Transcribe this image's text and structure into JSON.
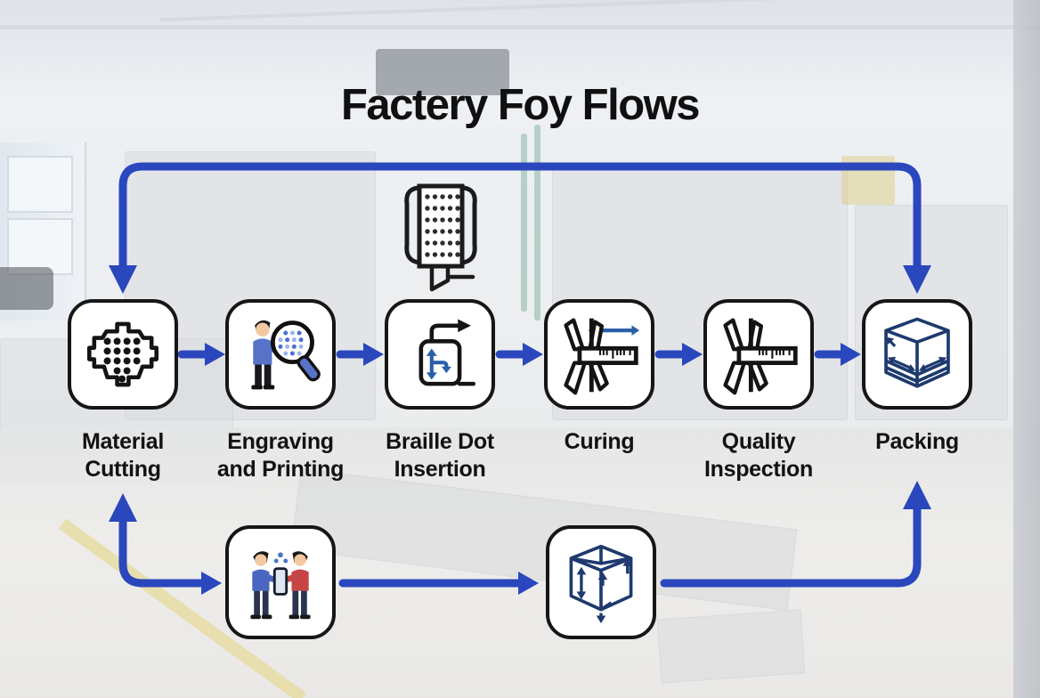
{
  "title": "Factery Foy Flows",
  "colors": {
    "arrow_blue": "#2a47bd",
    "node_border": "#161616",
    "node_background": "#ffffff",
    "label_text": "#121212",
    "icon_navy": "#1e3a6e",
    "icon_accent_blue": "#2b5fa8",
    "person_blue_shirt": "#4a66c0",
    "person_red_shirt": "#c84545",
    "floor_stripe_yellow": "#e8dda4"
  },
  "steps": [
    {
      "label": "Material\nCutting",
      "icon": "perforated-plate-icon"
    },
    {
      "label": "Engraving\nand Printing",
      "icon": "inspector-magnifier-icon"
    },
    {
      "label": "Braille Dot\nInsertion",
      "icon": "dot-insertion-icon"
    },
    {
      "label": "Curing",
      "icon": "caliper-measure-icon"
    },
    {
      "label": "Quality\nInspection",
      "icon": "caliper-icon"
    },
    {
      "label": "Packing",
      "icon": "packing-box-icon"
    }
  ],
  "aux_nodes": [
    {
      "icon": "handoff-people-icon"
    },
    {
      "icon": "wireframe-box-icon"
    }
  ],
  "top_icon": "braille-plate-icon",
  "connections": [
    {
      "from": "top-loop",
      "to": "material-cutting-and-packing",
      "style": "elbow-both-ends-down"
    },
    {
      "from": "material-cutting",
      "to": "engraving-and-printing"
    },
    {
      "from": "engraving-and-printing",
      "to": "braille-dot-insertion"
    },
    {
      "from": "braille-dot-insertion",
      "to": "curing"
    },
    {
      "from": "curing",
      "to": "quality-inspection"
    },
    {
      "from": "quality-inspection",
      "to": "packing"
    },
    {
      "from": "bottom-elbow",
      "to": "material-cutting-and-handoff",
      "style": "up-and-right"
    },
    {
      "from": "handoff-node",
      "to": "wireframe-box-node"
    },
    {
      "from": "wireframe-box-node",
      "to": "packing",
      "style": "right-then-up"
    }
  ]
}
